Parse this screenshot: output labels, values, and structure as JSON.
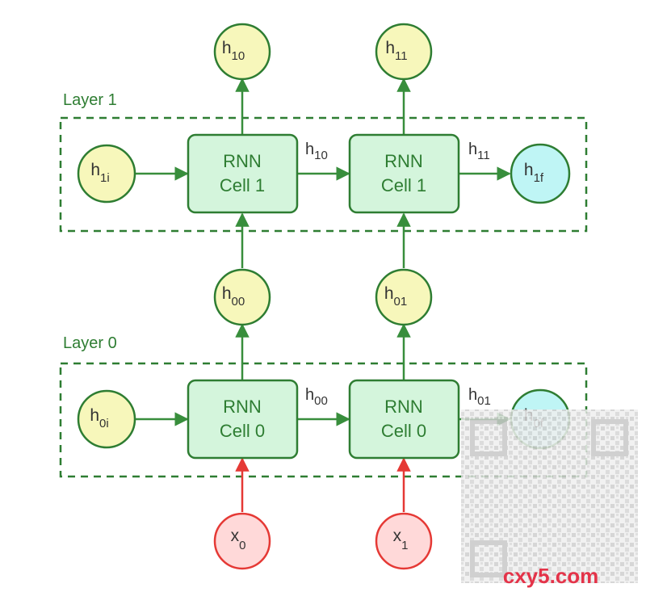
{
  "layers": [
    {
      "label": "Layer 1"
    },
    {
      "label": "Layer 0"
    }
  ],
  "cells": {
    "l1c0": {
      "line1": "RNN",
      "line2": "Cell 1"
    },
    "l1c1": {
      "line1": "RNN",
      "line2": "Cell 1"
    },
    "l0c0": {
      "line1": "RNN",
      "line2": "Cell 0"
    },
    "l0c1": {
      "line1": "RNN",
      "line2": "Cell 0"
    }
  },
  "nodes": {
    "h10": {
      "base": "h",
      "sub": "10"
    },
    "h11": {
      "base": "h",
      "sub": "11"
    },
    "h1i": {
      "base": "h",
      "sub": "1i"
    },
    "h1f": {
      "base": "h",
      "sub": "1f"
    },
    "h00": {
      "base": "h",
      "sub": "00"
    },
    "h01": {
      "base": "h",
      "sub": "01"
    },
    "h0i": {
      "base": "h",
      "sub": "0i"
    },
    "h0f": {
      "base": "h",
      "sub": "0f"
    },
    "x0": {
      "base": "x",
      "sub": "0"
    },
    "x1": {
      "base": "x",
      "sub": "1"
    }
  },
  "edge_labels": {
    "l1_mid": {
      "base": "h",
      "sub": "10"
    },
    "l1_out": {
      "base": "h",
      "sub": "11"
    },
    "l0_mid": {
      "base": "h",
      "sub": "00"
    },
    "l0_out": {
      "base": "h",
      "sub": "01"
    }
  },
  "watermark": {
    "text": "cxy5.com"
  },
  "colors": {
    "green": "#2e7d32",
    "arrow": "#388e3c",
    "cell_fill": "#d4f5dc",
    "hidden_fill": "#f7f7bb",
    "final_fill": "#bff5f5",
    "input_fill": "#ffd9d9",
    "input_stroke": "#e53935"
  }
}
